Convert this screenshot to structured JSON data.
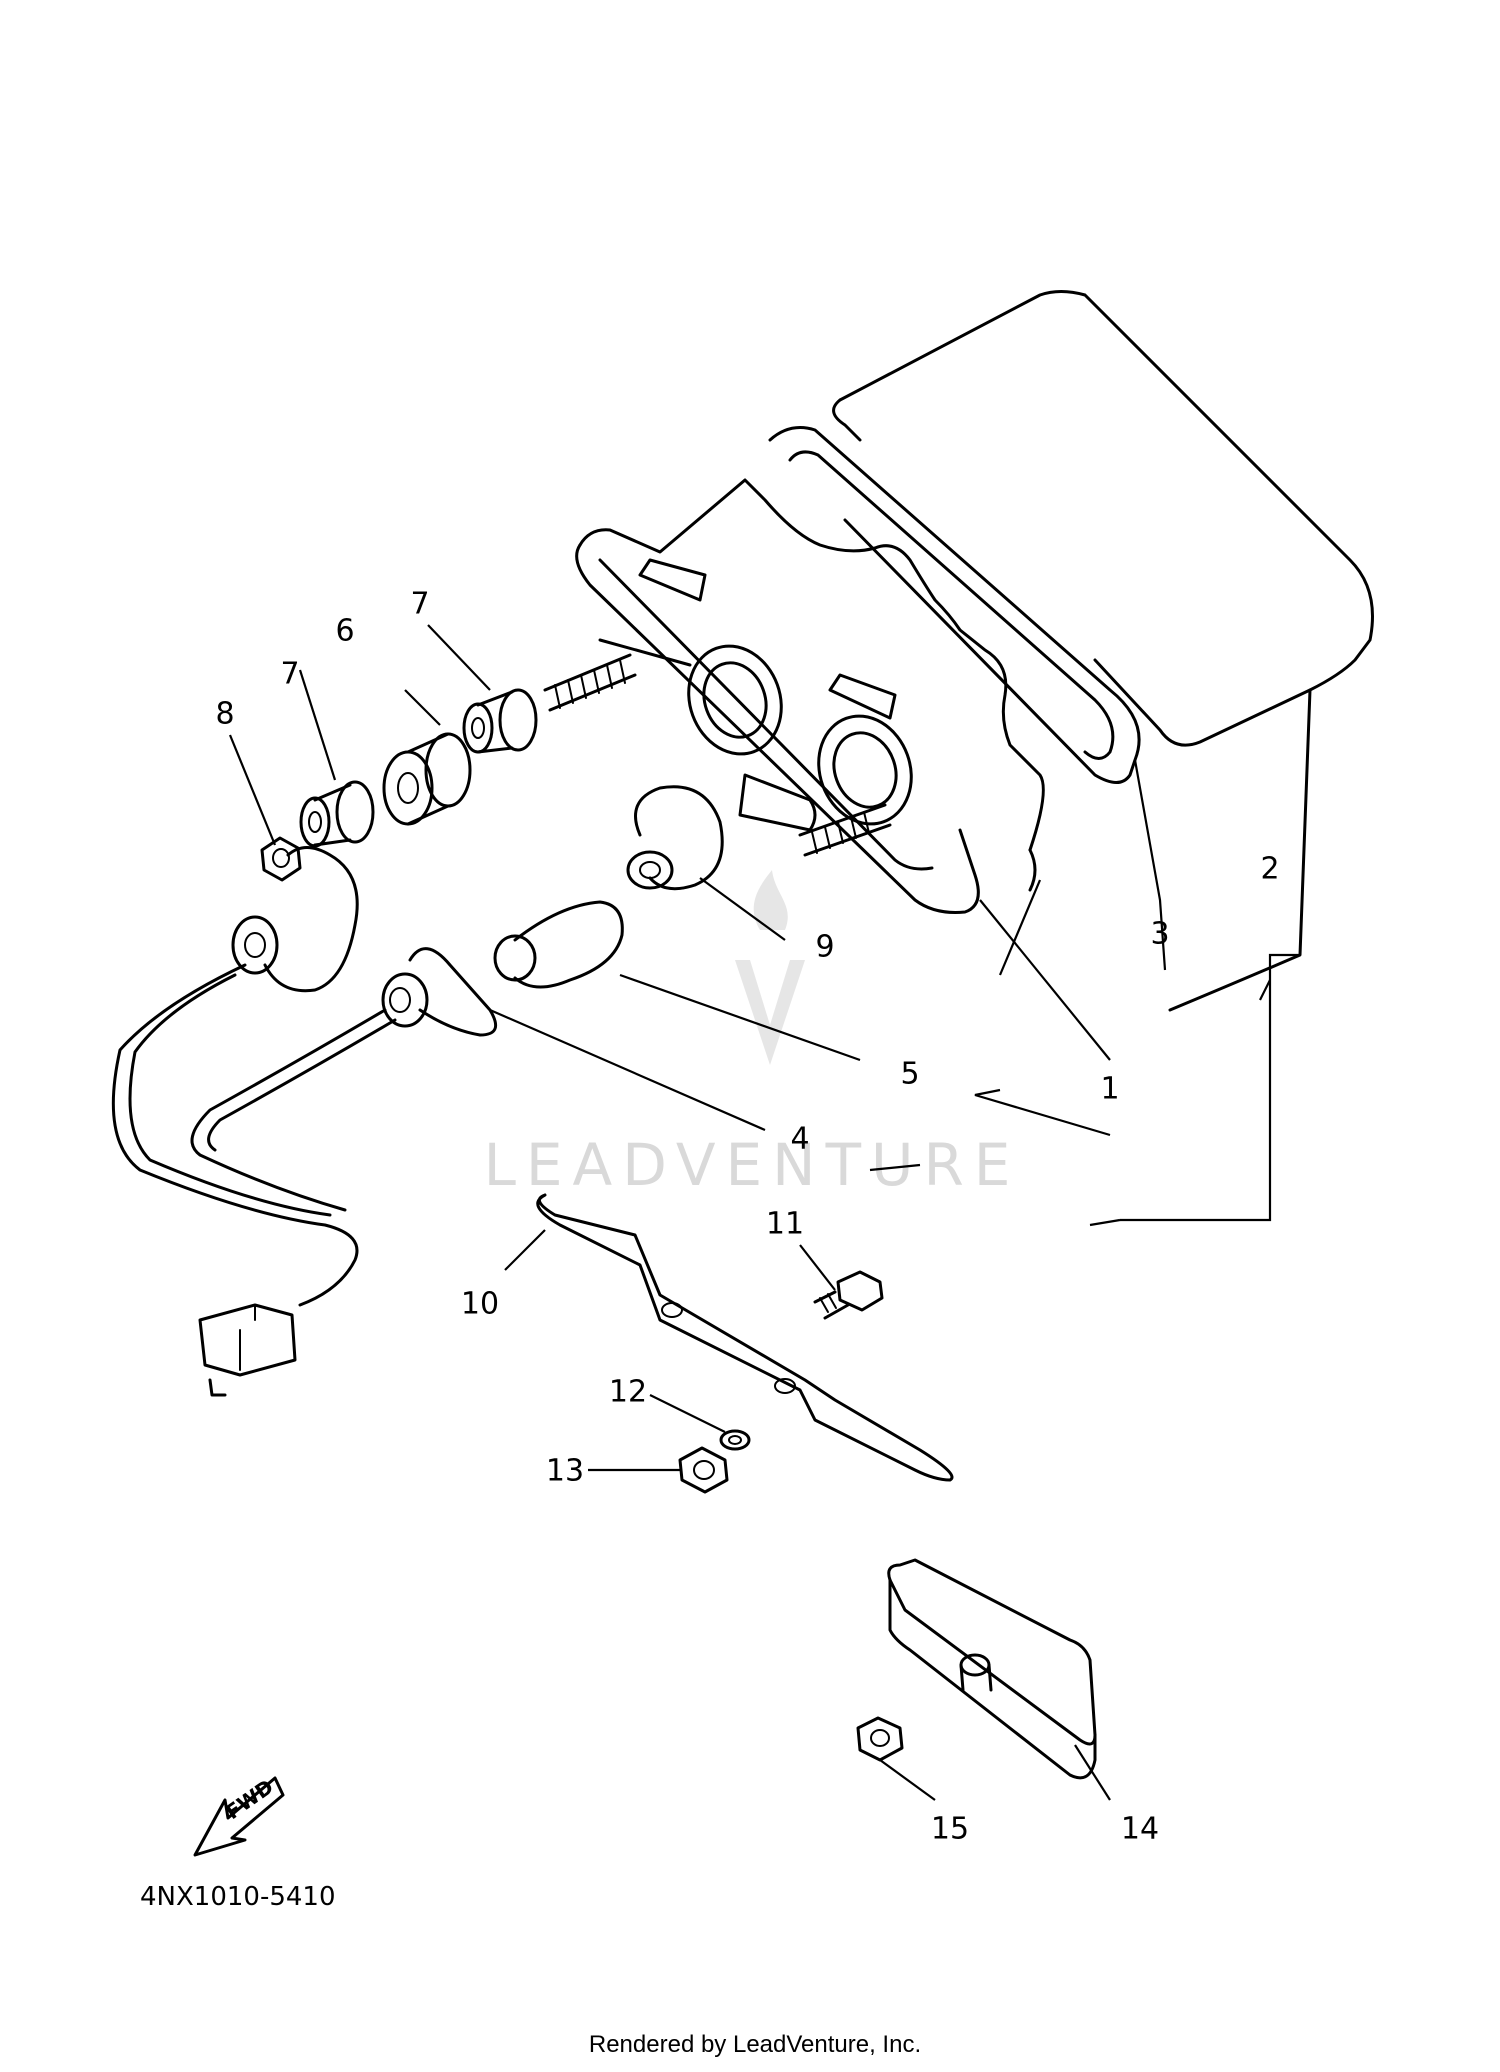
{
  "callouts": {
    "c1": "1",
    "c2": "2",
    "c3": "3",
    "c4": "4",
    "c5": "5",
    "c6": "6",
    "c7a": "7",
    "c7b": "7",
    "c8": "8",
    "c9": "9",
    "c10": "10",
    "c11": "11",
    "c12": "12",
    "c13": "13",
    "c14": "14",
    "c15": "15"
  },
  "direction_marker": "FWD",
  "diagram_code": "4NX1010-5410",
  "watermark": "LEADVENTURE",
  "footer": "Rendered by LeadVenture, Inc."
}
